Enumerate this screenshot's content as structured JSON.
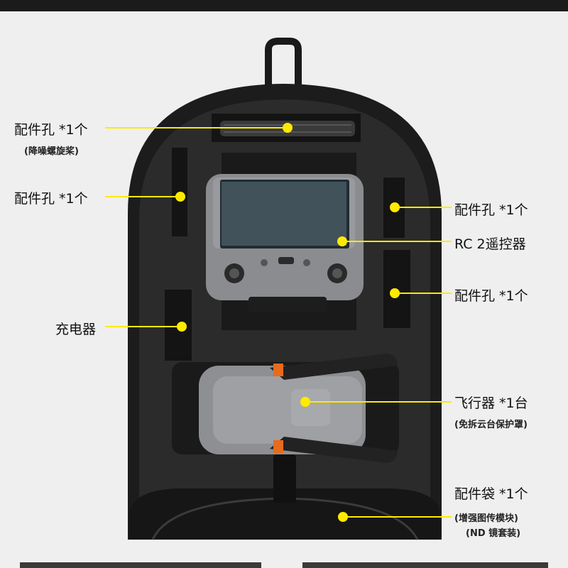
{
  "colors": {
    "background": "#efefef",
    "case": "#1c1c1c",
    "foam": "#2a2a2a",
    "callout": "#ffea00",
    "drone": "#8e8f92"
  },
  "labels": {
    "propeller_slot": {
      "main": "配件孔 *1个",
      "sub": "(降噪螺旋桨)"
    },
    "left_slot": {
      "main": "配件孔 *1个"
    },
    "charger": {
      "main": "充电器"
    },
    "right_slot_top": {
      "main": "配件孔 *1个"
    },
    "remote": {
      "main": "RC 2遥控器"
    },
    "right_slot_bottom": {
      "main": "配件孔 *1个"
    },
    "aircraft": {
      "main": "飞行器 *1台",
      "sub": "(免拆云台保护罩)"
    },
    "pouch": {
      "main": "配件袋 *1个",
      "sub1": "(增强图传模块)",
      "sub2": "(ND 镜套装)"
    }
  }
}
